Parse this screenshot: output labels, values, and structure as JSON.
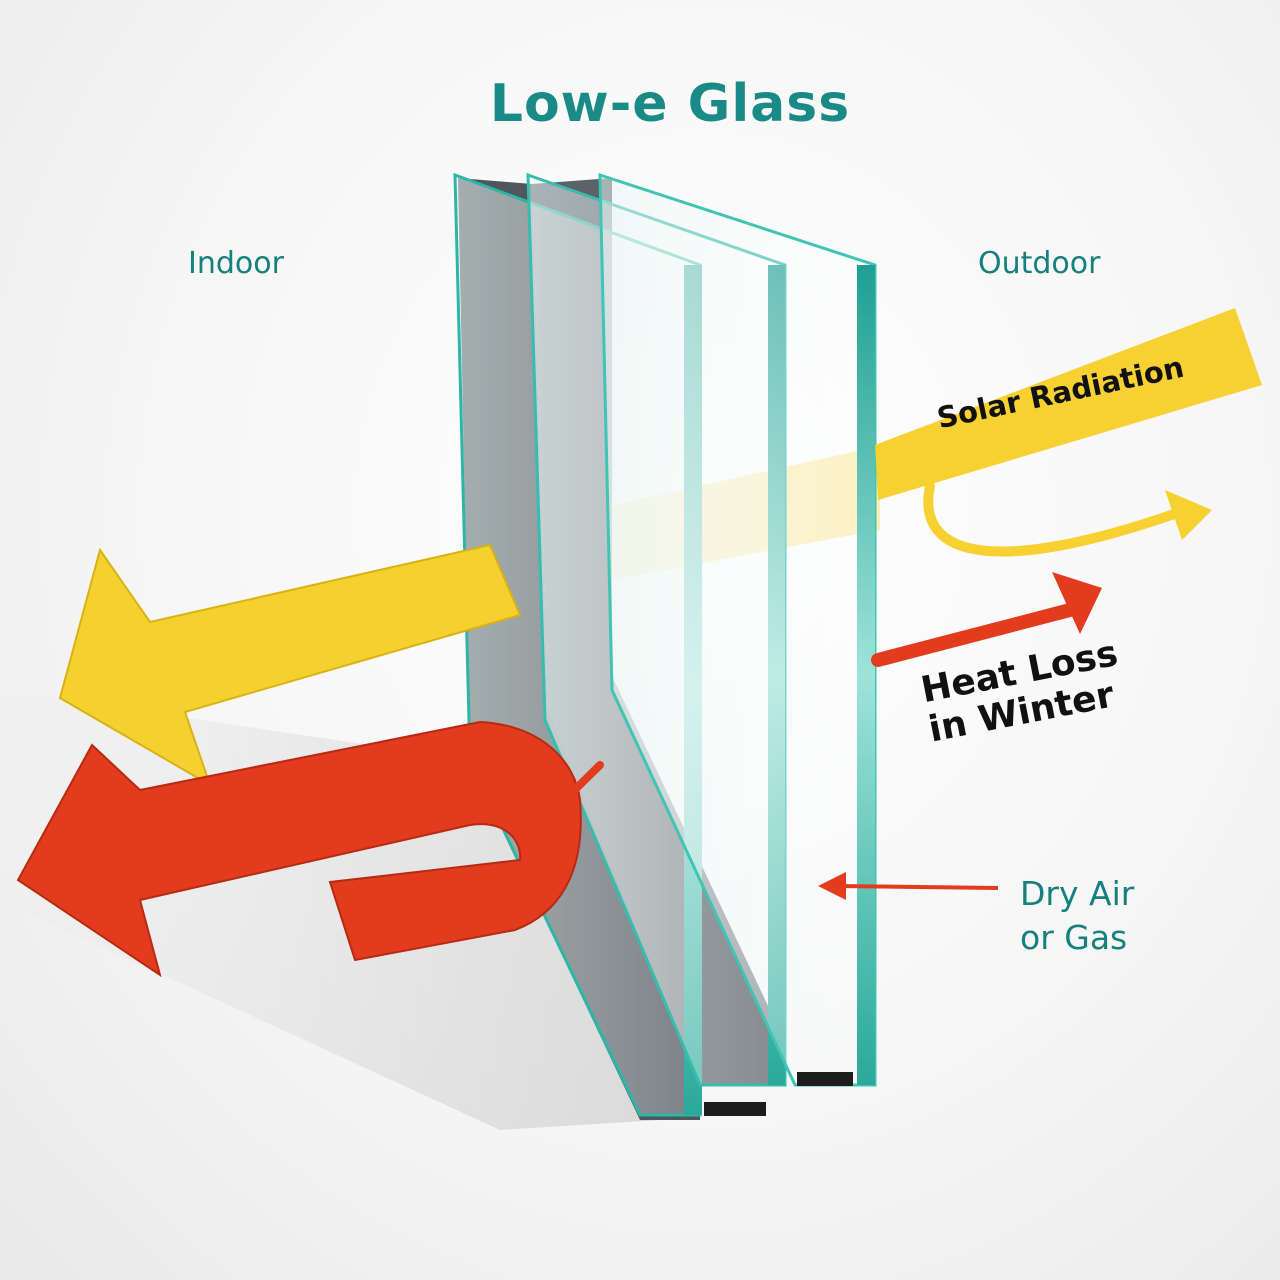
{
  "diagram": {
    "title": "Low-e Glass",
    "indoor_label": "Indoor",
    "outdoor_label": "Outdoor",
    "solar_label": "Solar Radiation",
    "heat_loss_line1": "Heat Loss",
    "heat_loss_line2": "in Winter",
    "gas_line1": "Dry Air",
    "gas_line2": "or Gas"
  },
  "colors": {
    "title": "#1a8a86",
    "label": "#16807d",
    "solar_arrow": "#f7d031",
    "heat_arrow": "#e23b1d",
    "glass_edge": "#2eb5a6",
    "spacer": "#50585e",
    "text_dark": "#111111"
  }
}
